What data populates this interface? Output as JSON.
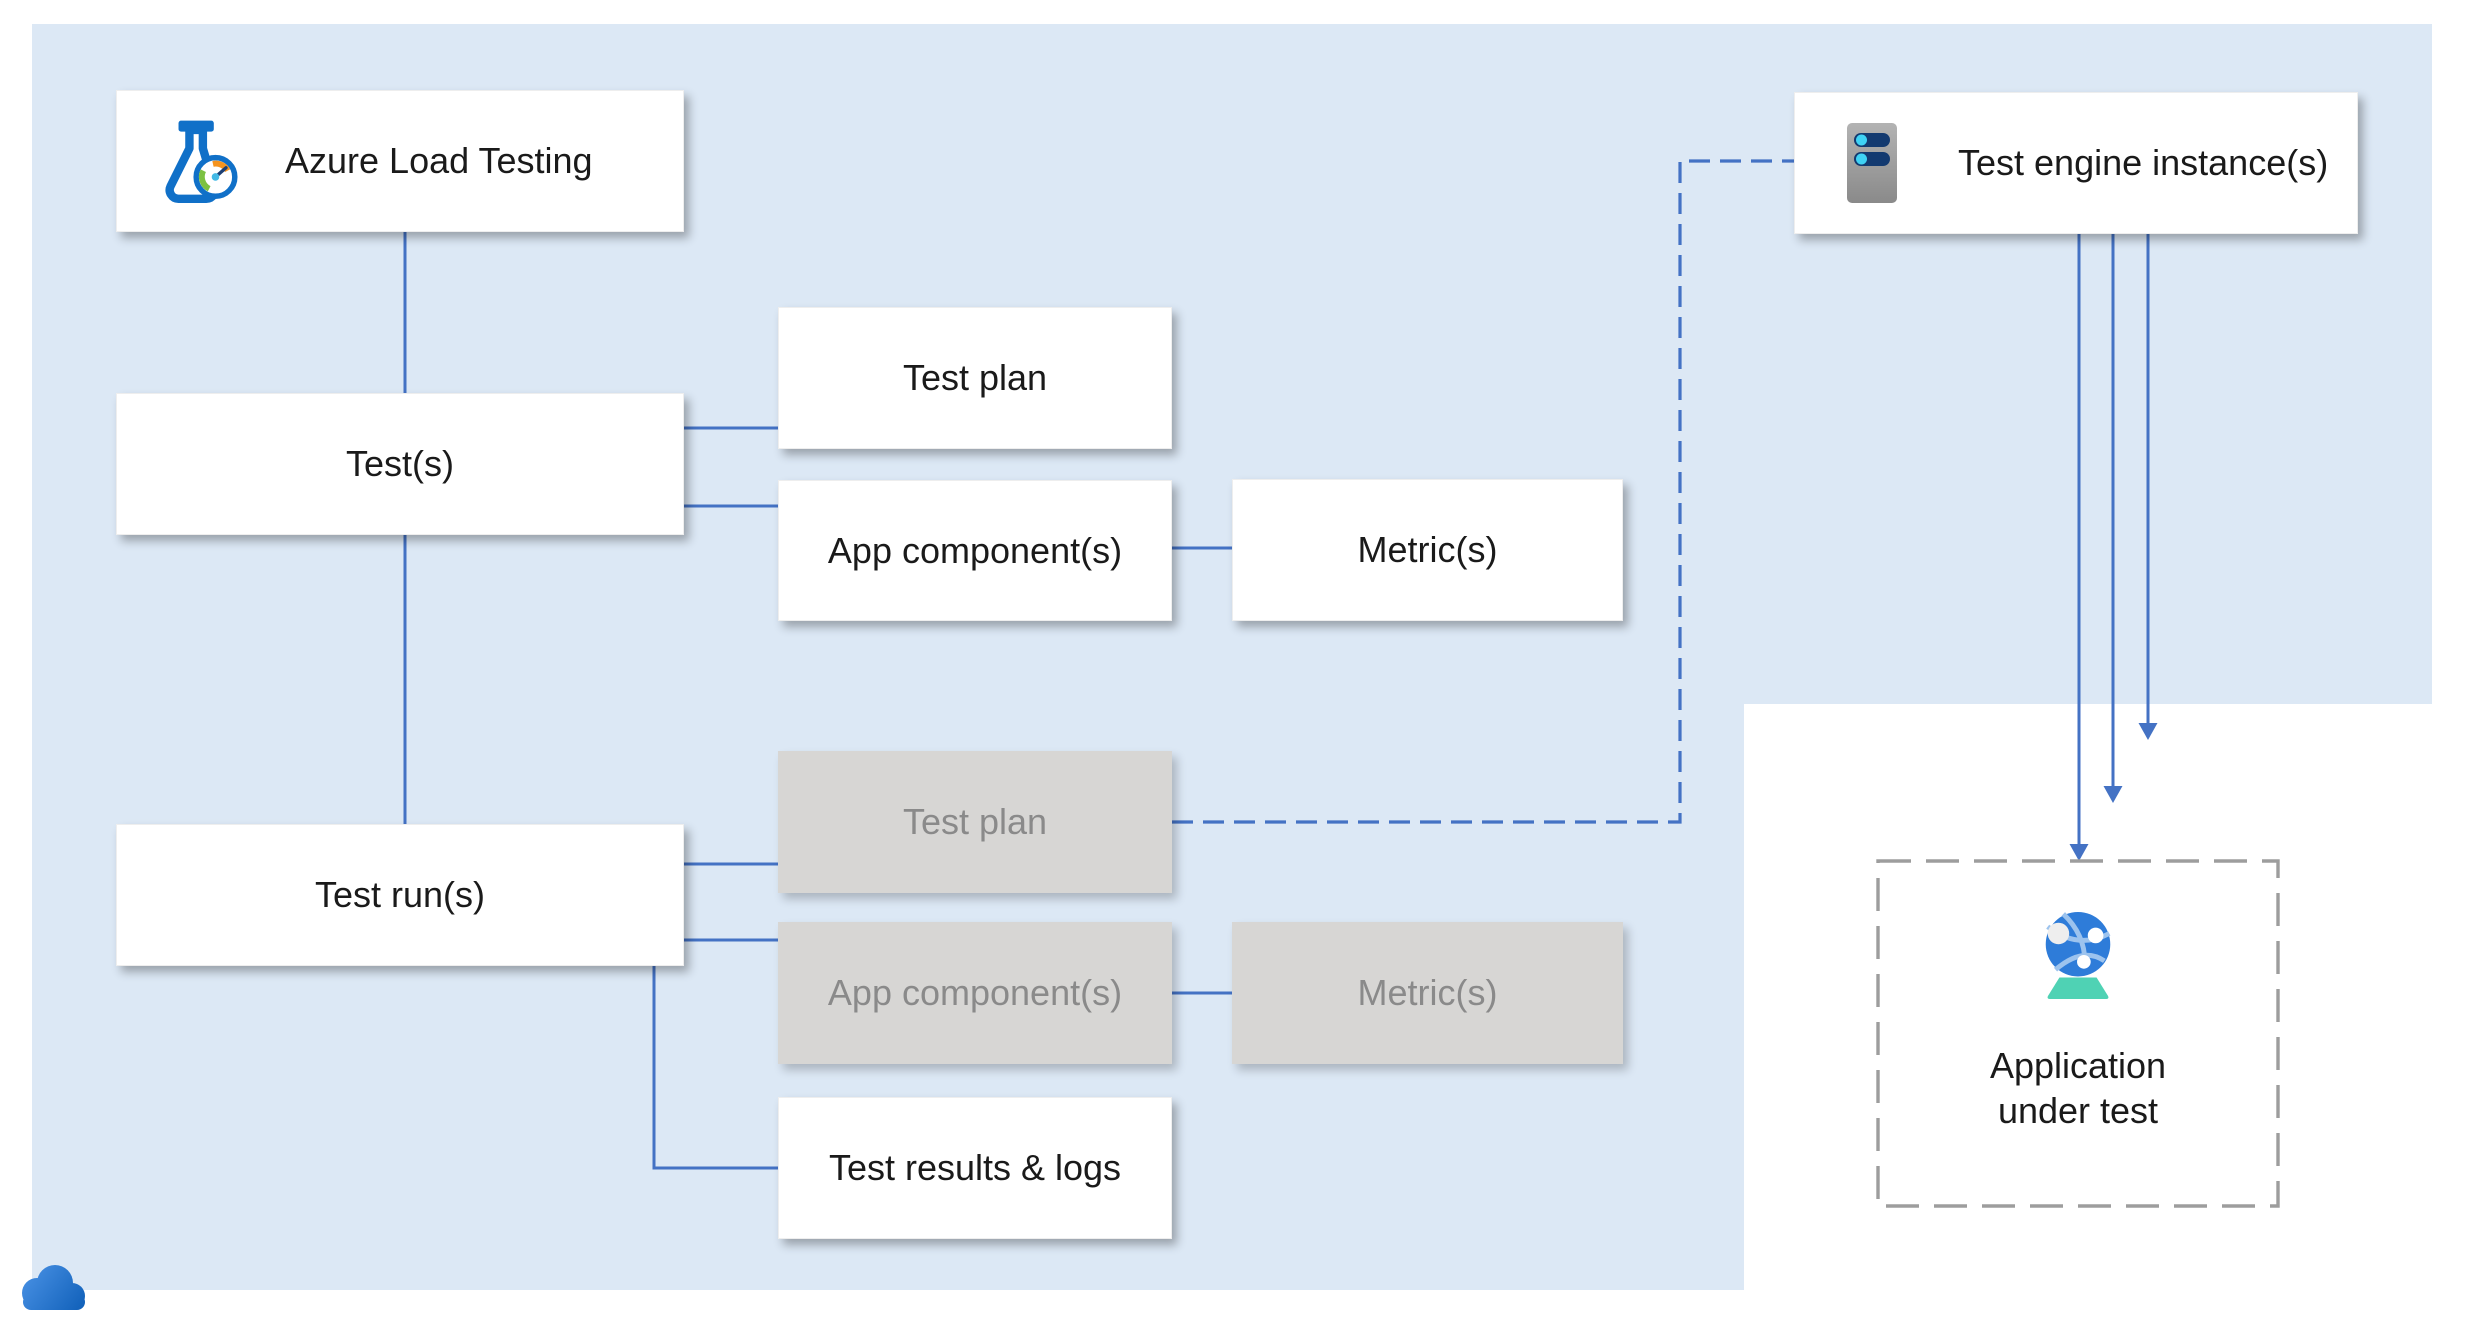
{
  "colors": {
    "canvas_bg": "#ffffff",
    "panel_bg": "#dce8f5",
    "accent_line": "#4472c4",
    "box_bg": "#ffffff",
    "box_text": "#1a1a1a",
    "muted_box_bg": "#d7d6d4",
    "muted_box_text": "#8a8a8a",
    "dashed_border": "#9d9d9d",
    "flask_blue": "#1070c8",
    "gauge_green": "#7cc142",
    "gauge_orange": "#f5941f",
    "server_bar_navy": "#133a70",
    "server_dot_cyan": "#3fd2f4",
    "globe_blue": "#2e7cd9",
    "globe_base_mint": "#4fd2b4",
    "cloud_blue_light": "#4b93e6",
    "cloud_blue_dark": "#0f5fb8"
  },
  "icons": {
    "azure_load_testing": "flask-gauge-icon",
    "test_engine": "server-icon",
    "application_under_test": "globe-on-stand-icon",
    "corner": "azure-cloud-icon"
  },
  "nodes": {
    "azure_load_testing": {
      "label": "Azure Load Testing"
    },
    "tests": {
      "label": "Test(s)"
    },
    "test_plan": {
      "label": "Test plan"
    },
    "app_components": {
      "label": "App component(s)"
    },
    "metrics": {
      "label": "Metric(s)"
    },
    "test_runs": {
      "label": "Test run(s)"
    },
    "run_test_plan": {
      "label": "Test plan"
    },
    "run_app_components": {
      "label": "App component(s)"
    },
    "run_metrics": {
      "label": "Metric(s)"
    },
    "test_results": {
      "label": "Test results & logs"
    },
    "test_engine": {
      "label": "Test engine instance(s)"
    },
    "application_under_test": {
      "line1": "Application",
      "line2": "under test"
    }
  }
}
